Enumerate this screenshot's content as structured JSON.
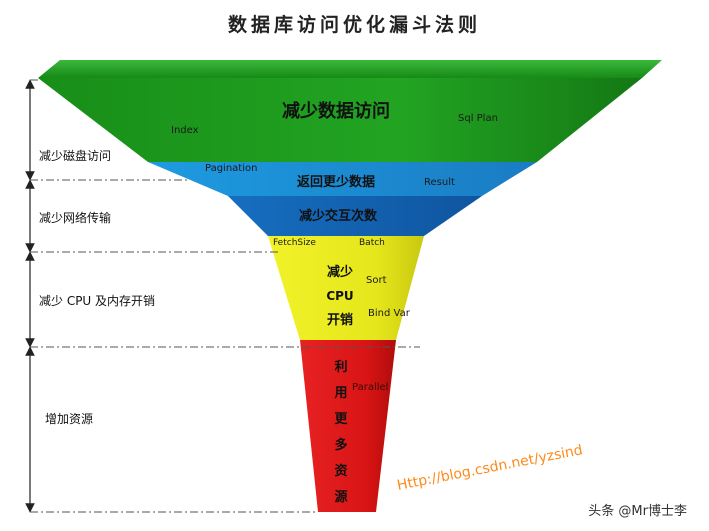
{
  "title": "数据库访问优化漏斗法则",
  "sides": [
    {
      "label": "减少磁盘访问"
    },
    {
      "label": "减少网络传输"
    },
    {
      "label": "减少 CPU 及内存开销"
    },
    {
      "label": "增加资源"
    }
  ],
  "tiers": [
    {
      "name": "减少数据访问",
      "color": "#1e9a1e",
      "labels": [
        "Index",
        "Sql Plan"
      ]
    },
    {
      "name": "返回更少数据",
      "color": "#1b8fd8",
      "labels": [
        "Pagination",
        "Result"
      ]
    },
    {
      "name": "减少交互次数",
      "color": "#1366b8",
      "labels": [
        "FetchSize",
        "Batch"
      ]
    },
    {
      "name": "减少CPU开销",
      "lines": [
        "减少",
        "CPU",
        "开销"
      ],
      "color": "#e8e81a",
      "labels": [
        "Sort",
        "Bind Var"
      ]
    },
    {
      "name": "利用更多资源",
      "lines": [
        "利",
        "用",
        "更",
        "多",
        "资",
        "源"
      ],
      "color": "#e01a1a",
      "labels": [
        "Parallel"
      ]
    }
  ],
  "url_text": "Http://blog.csdn.net/yzsind",
  "watermark": "头条 @Mr博士李"
}
